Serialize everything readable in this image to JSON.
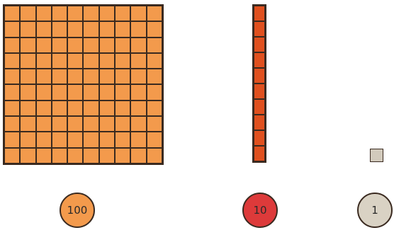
{
  "blocks": {
    "hundred": {
      "rows": 10,
      "cols": 10,
      "color": "#f39a4c"
    },
    "ten": {
      "rows": 10,
      "cols": 1,
      "color": "#e0501e"
    },
    "one": {
      "color": "#d2cabc"
    }
  },
  "tokens": [
    {
      "label": "100",
      "color": "#f39a4c"
    },
    {
      "label": "10",
      "color": "#dd3a3a"
    },
    {
      "label": "1",
      "color": "#d9d2c4"
    }
  ]
}
